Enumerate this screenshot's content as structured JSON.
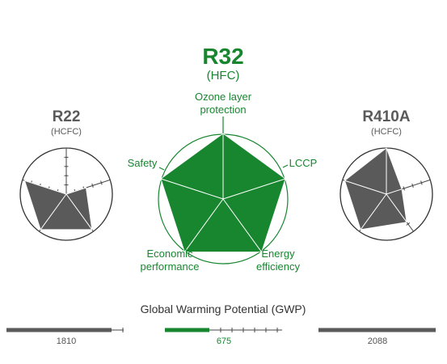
{
  "colors": {
    "green": "#17862f",
    "gray": "#555555",
    "dark_gray": "#5a5a5a",
    "text_gray": "#555555",
    "line": "#777777",
    "axis_line": "#555555"
  },
  "chart_data": [
    {
      "type": "radar",
      "title": "R32",
      "subtitle": "(HFC)",
      "color": "#17862f",
      "axes": [
        "Ozone layer protection",
        "LCCP",
        "Energy efficiency",
        "Economic performance",
        "Safety"
      ],
      "axis_labels": [
        [
          "Ozone layer",
          "protection"
        ],
        [
          "LCCP"
        ],
        [
          "Energy",
          "efficiency"
        ],
        [
          "Economic",
          "performance"
        ],
        [
          "Safety"
        ]
      ],
      "values": [
        1.0,
        1.0,
        1.0,
        1.0,
        1.0
      ],
      "max": 1.0,
      "ticks": 5
    },
    {
      "type": "radar",
      "title": "R22",
      "subtitle": "(HCFC)",
      "color": "#5a5a5a",
      "axes": [
        "Ozone layer protection",
        "LCCP",
        "Energy efficiency",
        "Economic performance",
        "Safety"
      ],
      "values": [
        0.0,
        0.45,
        0.95,
        0.95,
        0.95
      ],
      "max": 1.0,
      "ticks": 5
    },
    {
      "type": "radar",
      "title": "R410A",
      "subtitle": "(HCFC)",
      "color": "#5a5a5a",
      "axes": [
        "Ozone layer protection",
        "LCCP",
        "Energy efficiency",
        "Economic performance",
        "Safety"
      ],
      "values": [
        1.0,
        0.35,
        0.75,
        0.95,
        0.95
      ],
      "max": 1.0,
      "ticks": 5
    },
    {
      "type": "bar",
      "title": "Global Warming Potential (GWP)",
      "categories": [
        "R22",
        "R32",
        "R410A"
      ],
      "values": [
        1810,
        675,
        2088
      ],
      "value_labels": [
        "1810",
        "675",
        "2088"
      ],
      "colors": [
        "#5a5a5a",
        "#17862f",
        "#5a5a5a"
      ],
      "ylim": [
        0,
        2100
      ]
    }
  ]
}
